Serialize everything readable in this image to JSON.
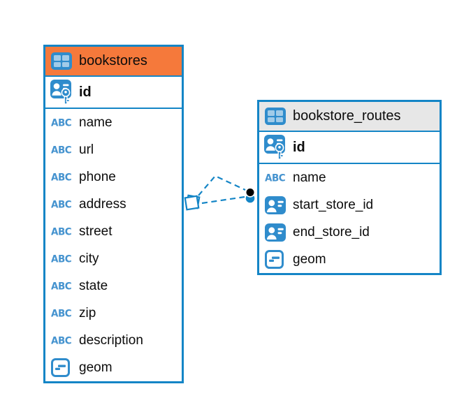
{
  "diagram": {
    "type": "entity-relationship",
    "accent_color": "#1485c6",
    "icons": {
      "text_type_glyph": "ABC"
    },
    "tables": [
      {
        "name": "bookstores",
        "header_color": "#f5793b",
        "columns": [
          {
            "name": "id",
            "type_icon": "primary-key"
          },
          {
            "name": "name",
            "type_icon": "text"
          },
          {
            "name": "url",
            "type_icon": "text"
          },
          {
            "name": "phone",
            "type_icon": "text"
          },
          {
            "name": "address",
            "type_icon": "text"
          },
          {
            "name": "street",
            "type_icon": "text"
          },
          {
            "name": "city",
            "type_icon": "text"
          },
          {
            "name": "state",
            "type_icon": "text"
          },
          {
            "name": "zip",
            "type_icon": "text"
          },
          {
            "name": "description",
            "type_icon": "text"
          },
          {
            "name": "geom",
            "type_icon": "geometry"
          }
        ]
      },
      {
        "name": "bookstore_routes",
        "header_color": "#e7e7e7",
        "columns": [
          {
            "name": "id",
            "type_icon": "primary-key"
          },
          {
            "name": "name",
            "type_icon": "text"
          },
          {
            "name": "start_store_id",
            "type_icon": "reference"
          },
          {
            "name": "end_store_id",
            "type_icon": "reference"
          },
          {
            "name": "geom",
            "type_icon": "geometry"
          }
        ]
      }
    ],
    "relationships": [
      {
        "from_table": "bookstore_routes",
        "from_column": "start_store_id",
        "to_table": "bookstores",
        "to_column": "id",
        "line_style": "dashed"
      },
      {
        "from_table": "bookstore_routes",
        "from_column": "end_store_id",
        "to_table": "bookstores",
        "to_column": "id",
        "line_style": "dashed"
      }
    ]
  }
}
